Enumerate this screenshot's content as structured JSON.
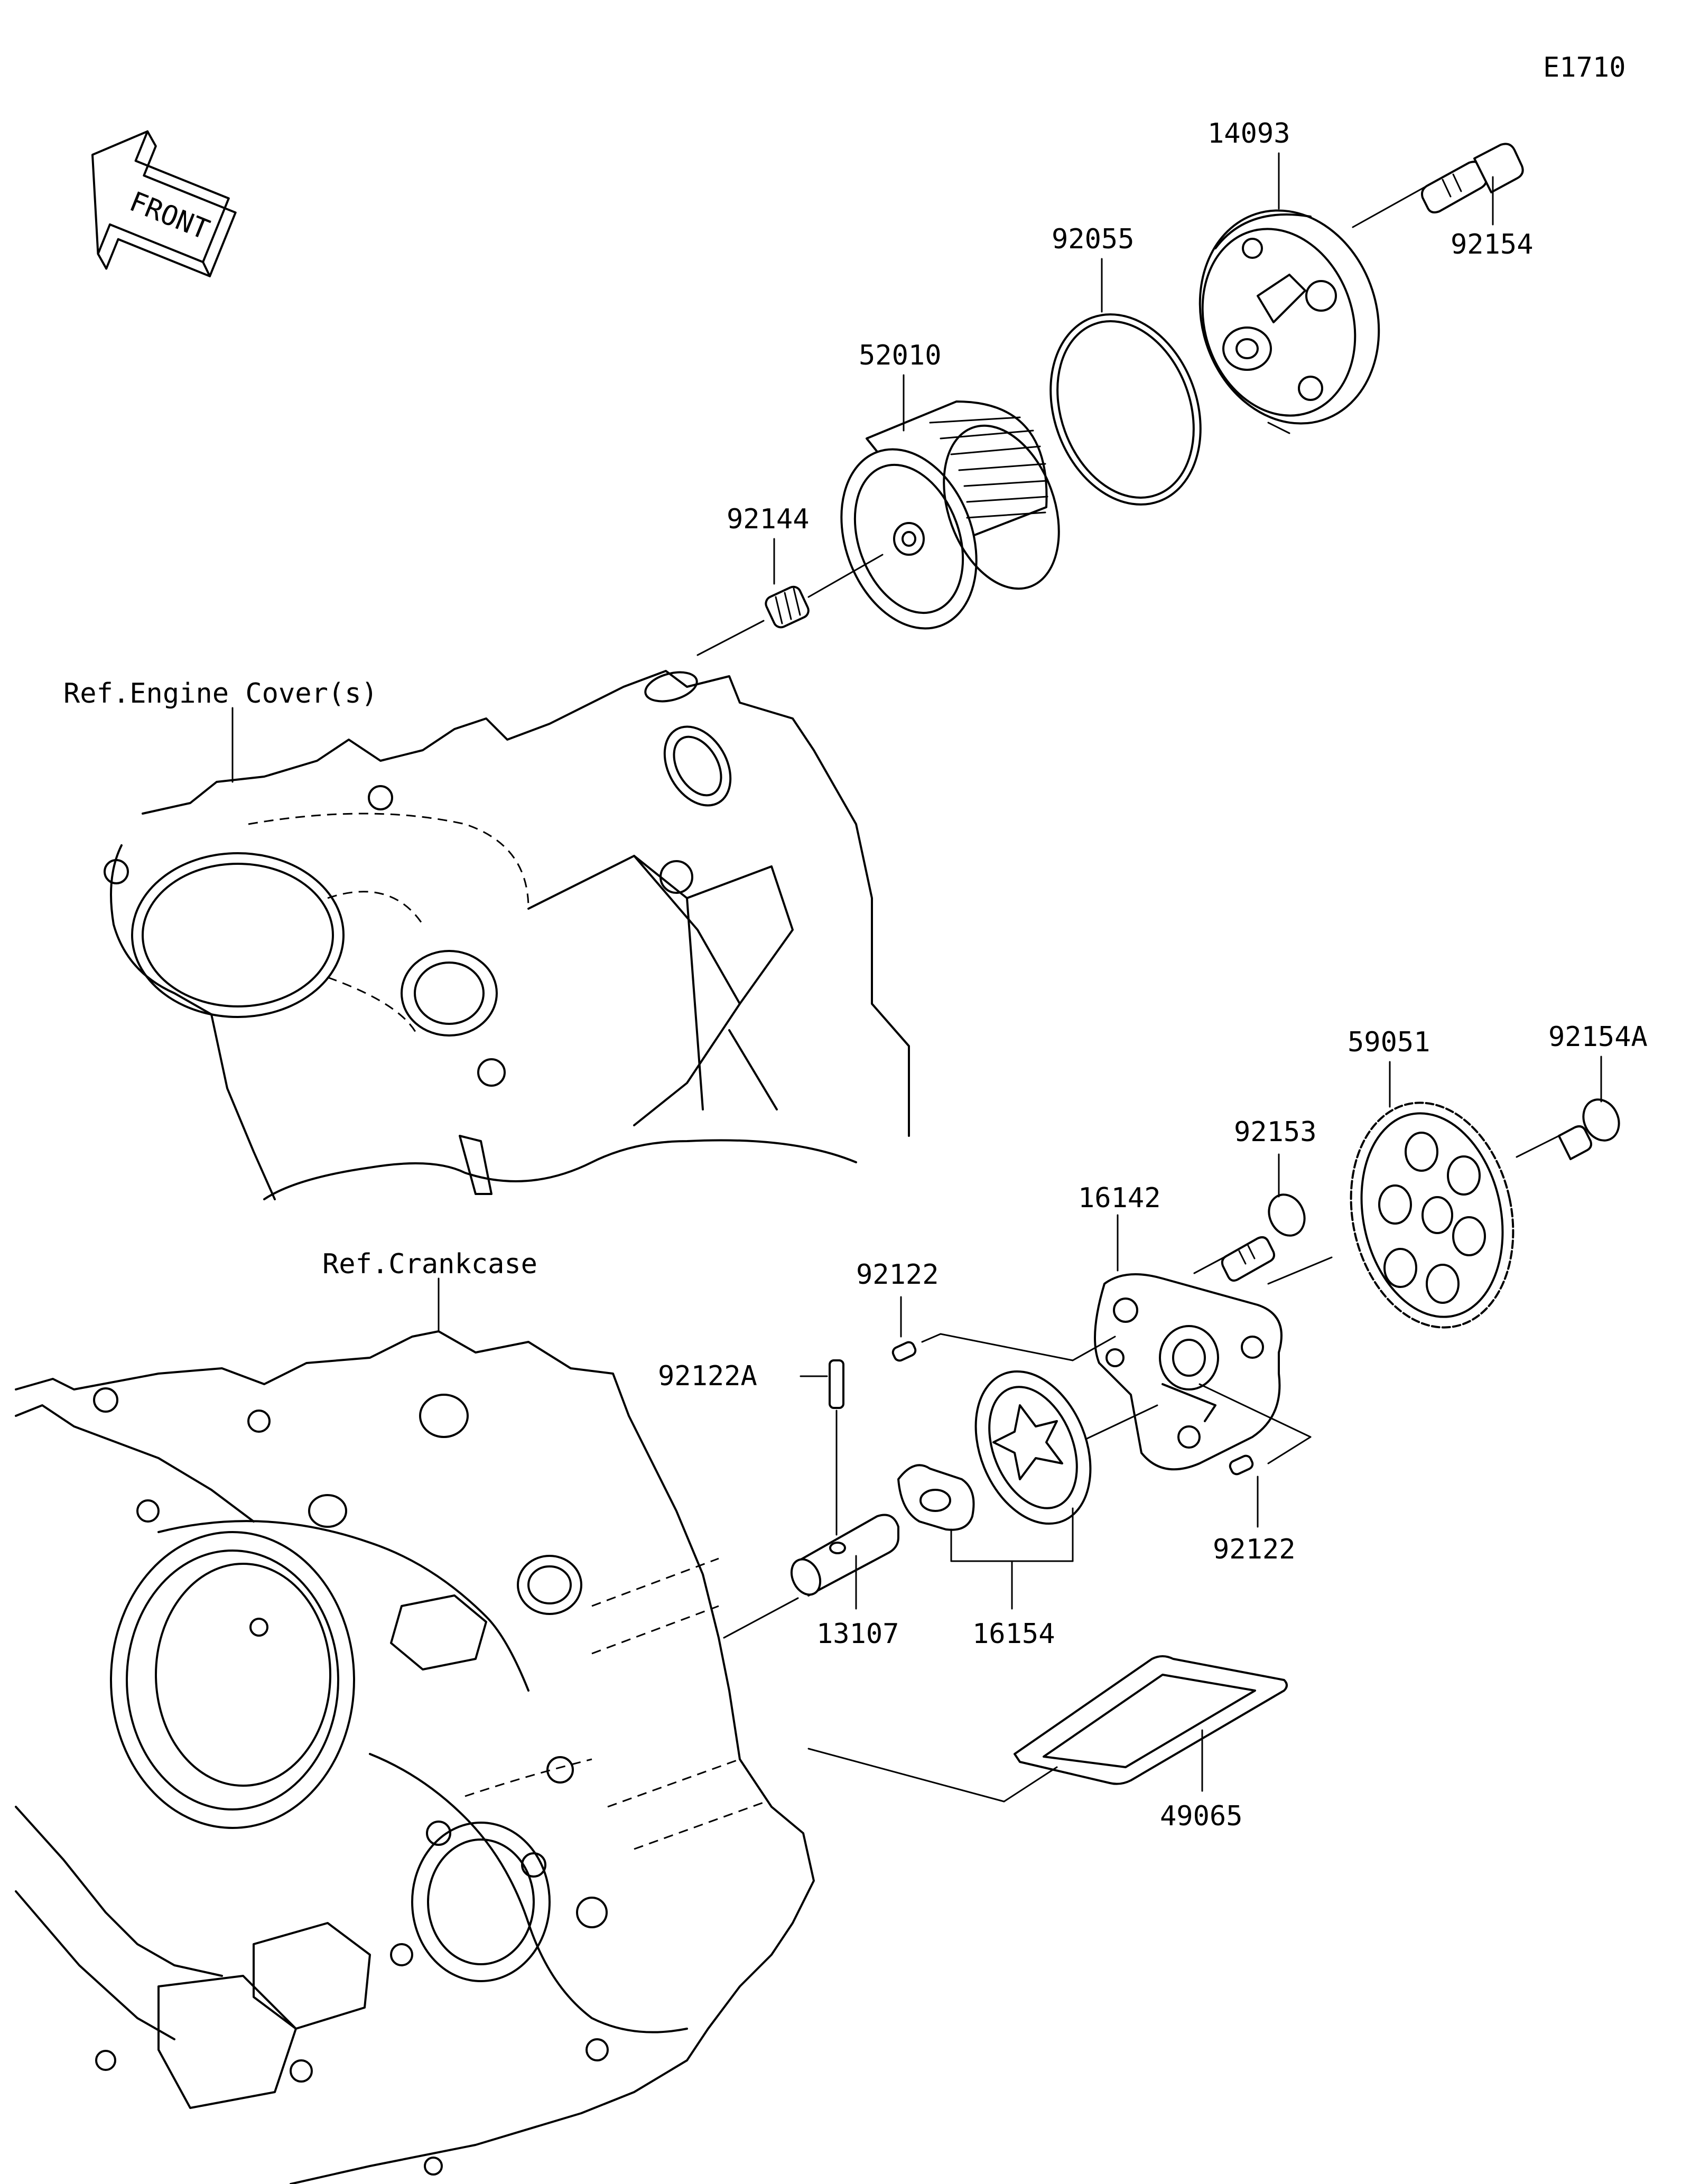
{
  "diagram_code": "E1710",
  "front_label": "FRONT",
  "refs": {
    "engine_cover": "Ref.Engine Cover(s)",
    "crankcase": "Ref.Crankcase"
  },
  "parts": [
    {
      "id": "p14093",
      "label": "14093",
      "name": "oil-filter-cover"
    },
    {
      "id": "p92154",
      "label": "92154",
      "name": "cover-bolt"
    },
    {
      "id": "p92055",
      "label": "92055",
      "name": "o-ring"
    },
    {
      "id": "p52010",
      "label": "52010",
      "name": "oil-filter"
    },
    {
      "id": "p92144",
      "label": "92144",
      "name": "spring"
    },
    {
      "id": "p59051",
      "label": "59051",
      "name": "pump-gear"
    },
    {
      "id": "p92154A",
      "label": "92154A",
      "name": "gear-bolt"
    },
    {
      "id": "p92153",
      "label": "92153",
      "name": "pump-bolt"
    },
    {
      "id": "p16142",
      "label": "16142",
      "name": "pump-body"
    },
    {
      "id": "p92122_top",
      "label": "92122",
      "name": "pin-upper"
    },
    {
      "id": "p92122A",
      "label": "92122A",
      "name": "pin-a"
    },
    {
      "id": "p92122_bottom",
      "label": "92122",
      "name": "pin-lower"
    },
    {
      "id": "p13107",
      "label": "13107",
      "name": "pump-shaft"
    },
    {
      "id": "p16154",
      "label": "16154",
      "name": "rotor-set"
    },
    {
      "id": "p49065",
      "label": "49065",
      "name": "oil-screen"
    }
  ]
}
